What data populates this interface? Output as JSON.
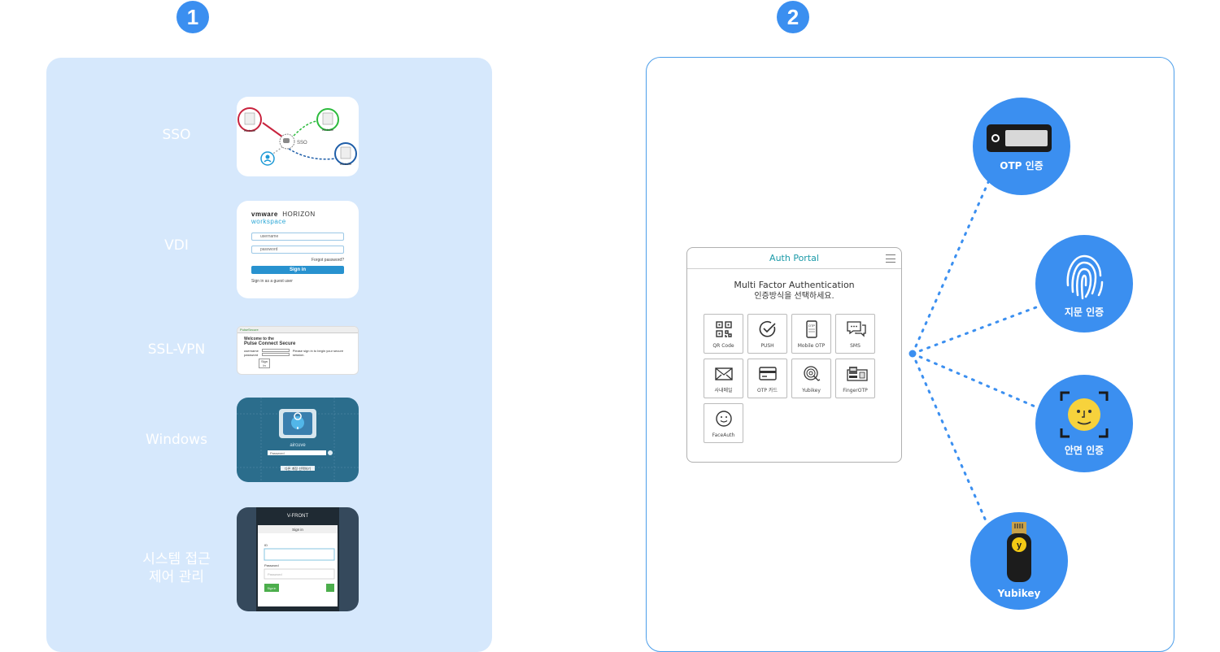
{
  "steps": {
    "one": "1",
    "two": "2"
  },
  "left": {
    "labels": {
      "sso": "SSO",
      "vdi": "VDI",
      "ssl": "SSL-VPN",
      "windows": "Windows",
      "system_line1": "시스템 접근",
      "system_line2": "제어 관리"
    },
    "sso_thumb": {
      "website": "Website",
      "center": "SSO"
    },
    "vdi_thumb": {
      "brand_vm": "vmware",
      "brand_horizon": "HORIZON",
      "brand_ws": "workspace",
      "username": "username",
      "password": "password",
      "forgot": "Forgot password?",
      "signin": "Sign in",
      "guest": "Sign in as a guest user"
    },
    "ssl_thumb": {
      "bar": "PulseSecure",
      "welcome": "Welcome to the",
      "product": "Pulse Connect Secure",
      "username": "username",
      "password": "password",
      "hint": "Please sign in to begin your secure session.",
      "signin": "Sign In"
    },
    "win_thumb": {
      "name": "aircuve",
      "password": "Password",
      "other": "다른 계정 선택하기"
    },
    "sys_thumb": {
      "title": "V-FRONT",
      "signin": "Sign in",
      "id": "ID",
      "password": "Password",
      "pw_placeholder": "Password",
      "btn": "Sign in"
    }
  },
  "portal": {
    "title": "Auth Portal",
    "heading": "Multi Factor Authentication",
    "subheading": "인증방식을 선택하세요.",
    "tiles": [
      "QR Code",
      "PUSH",
      "Mobile OTP",
      "SMS",
      "사내메일",
      "OTP 카드",
      "Yubikey",
      "FingerOTP",
      "FaceAuth"
    ]
  },
  "methods": {
    "otp": "OTP 인증",
    "finger": "지문 인증",
    "face": "안면 인증",
    "yubikey": "Yubikey",
    "yubi_letter": "y"
  },
  "colors": {
    "accent": "#3b8ff0",
    "panel": "#d6e8fc",
    "portal_title": "#1b9aa8"
  }
}
